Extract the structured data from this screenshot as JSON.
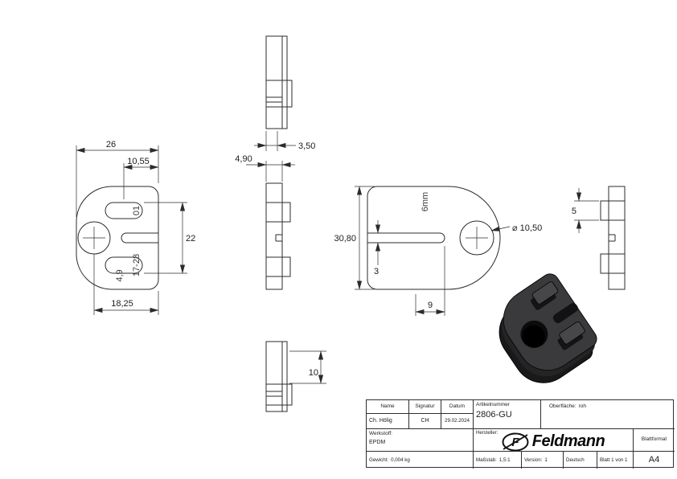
{
  "drawing": {
    "dims": {
      "front_width": "26",
      "front_slot_offset": "10,55",
      "front_slot_span": "22",
      "front_lower_width": "18,25",
      "top_thickness": "3,50",
      "mid_thickness": "4,90",
      "back_height": "30,80",
      "slit_height": "3",
      "hole_diameter": "⌀ 10,50",
      "slit_depth": "9",
      "boss_height": "5",
      "bottom_boss_span": "10"
    },
    "marks": {
      "slot_top": "01",
      "slot_bottom": "17-28",
      "small": "4,9",
      "back_mold": "6mm"
    }
  },
  "title_block": {
    "name_label": "Name",
    "signature_label": "Signatur",
    "date_label": "Datum",
    "name_value": "Ch. Hölig",
    "signature_value": "CH",
    "date_value": "29.02.2024",
    "article_label": "Artikelnummer",
    "article_value": "2806-GU",
    "surface_label": "Oberfläche:",
    "surface_value": "roh",
    "material_label": "Werkstoff:",
    "material_value": "EPDM",
    "manufacturer_label": "Hersteller:",
    "weight_label": "Gewicht:",
    "weight_value": "0,004 kg",
    "scale_label": "Maßstab:",
    "scale_value": "1,5:1",
    "version_label": "Version:",
    "version_value": "1",
    "language_value": "Deutsch",
    "sheet_value": "Blatt 1 von 1",
    "format_label": "Blattformat",
    "format_value": "A4",
    "logo_letter": "F",
    "logo_text": "Feldmann"
  }
}
